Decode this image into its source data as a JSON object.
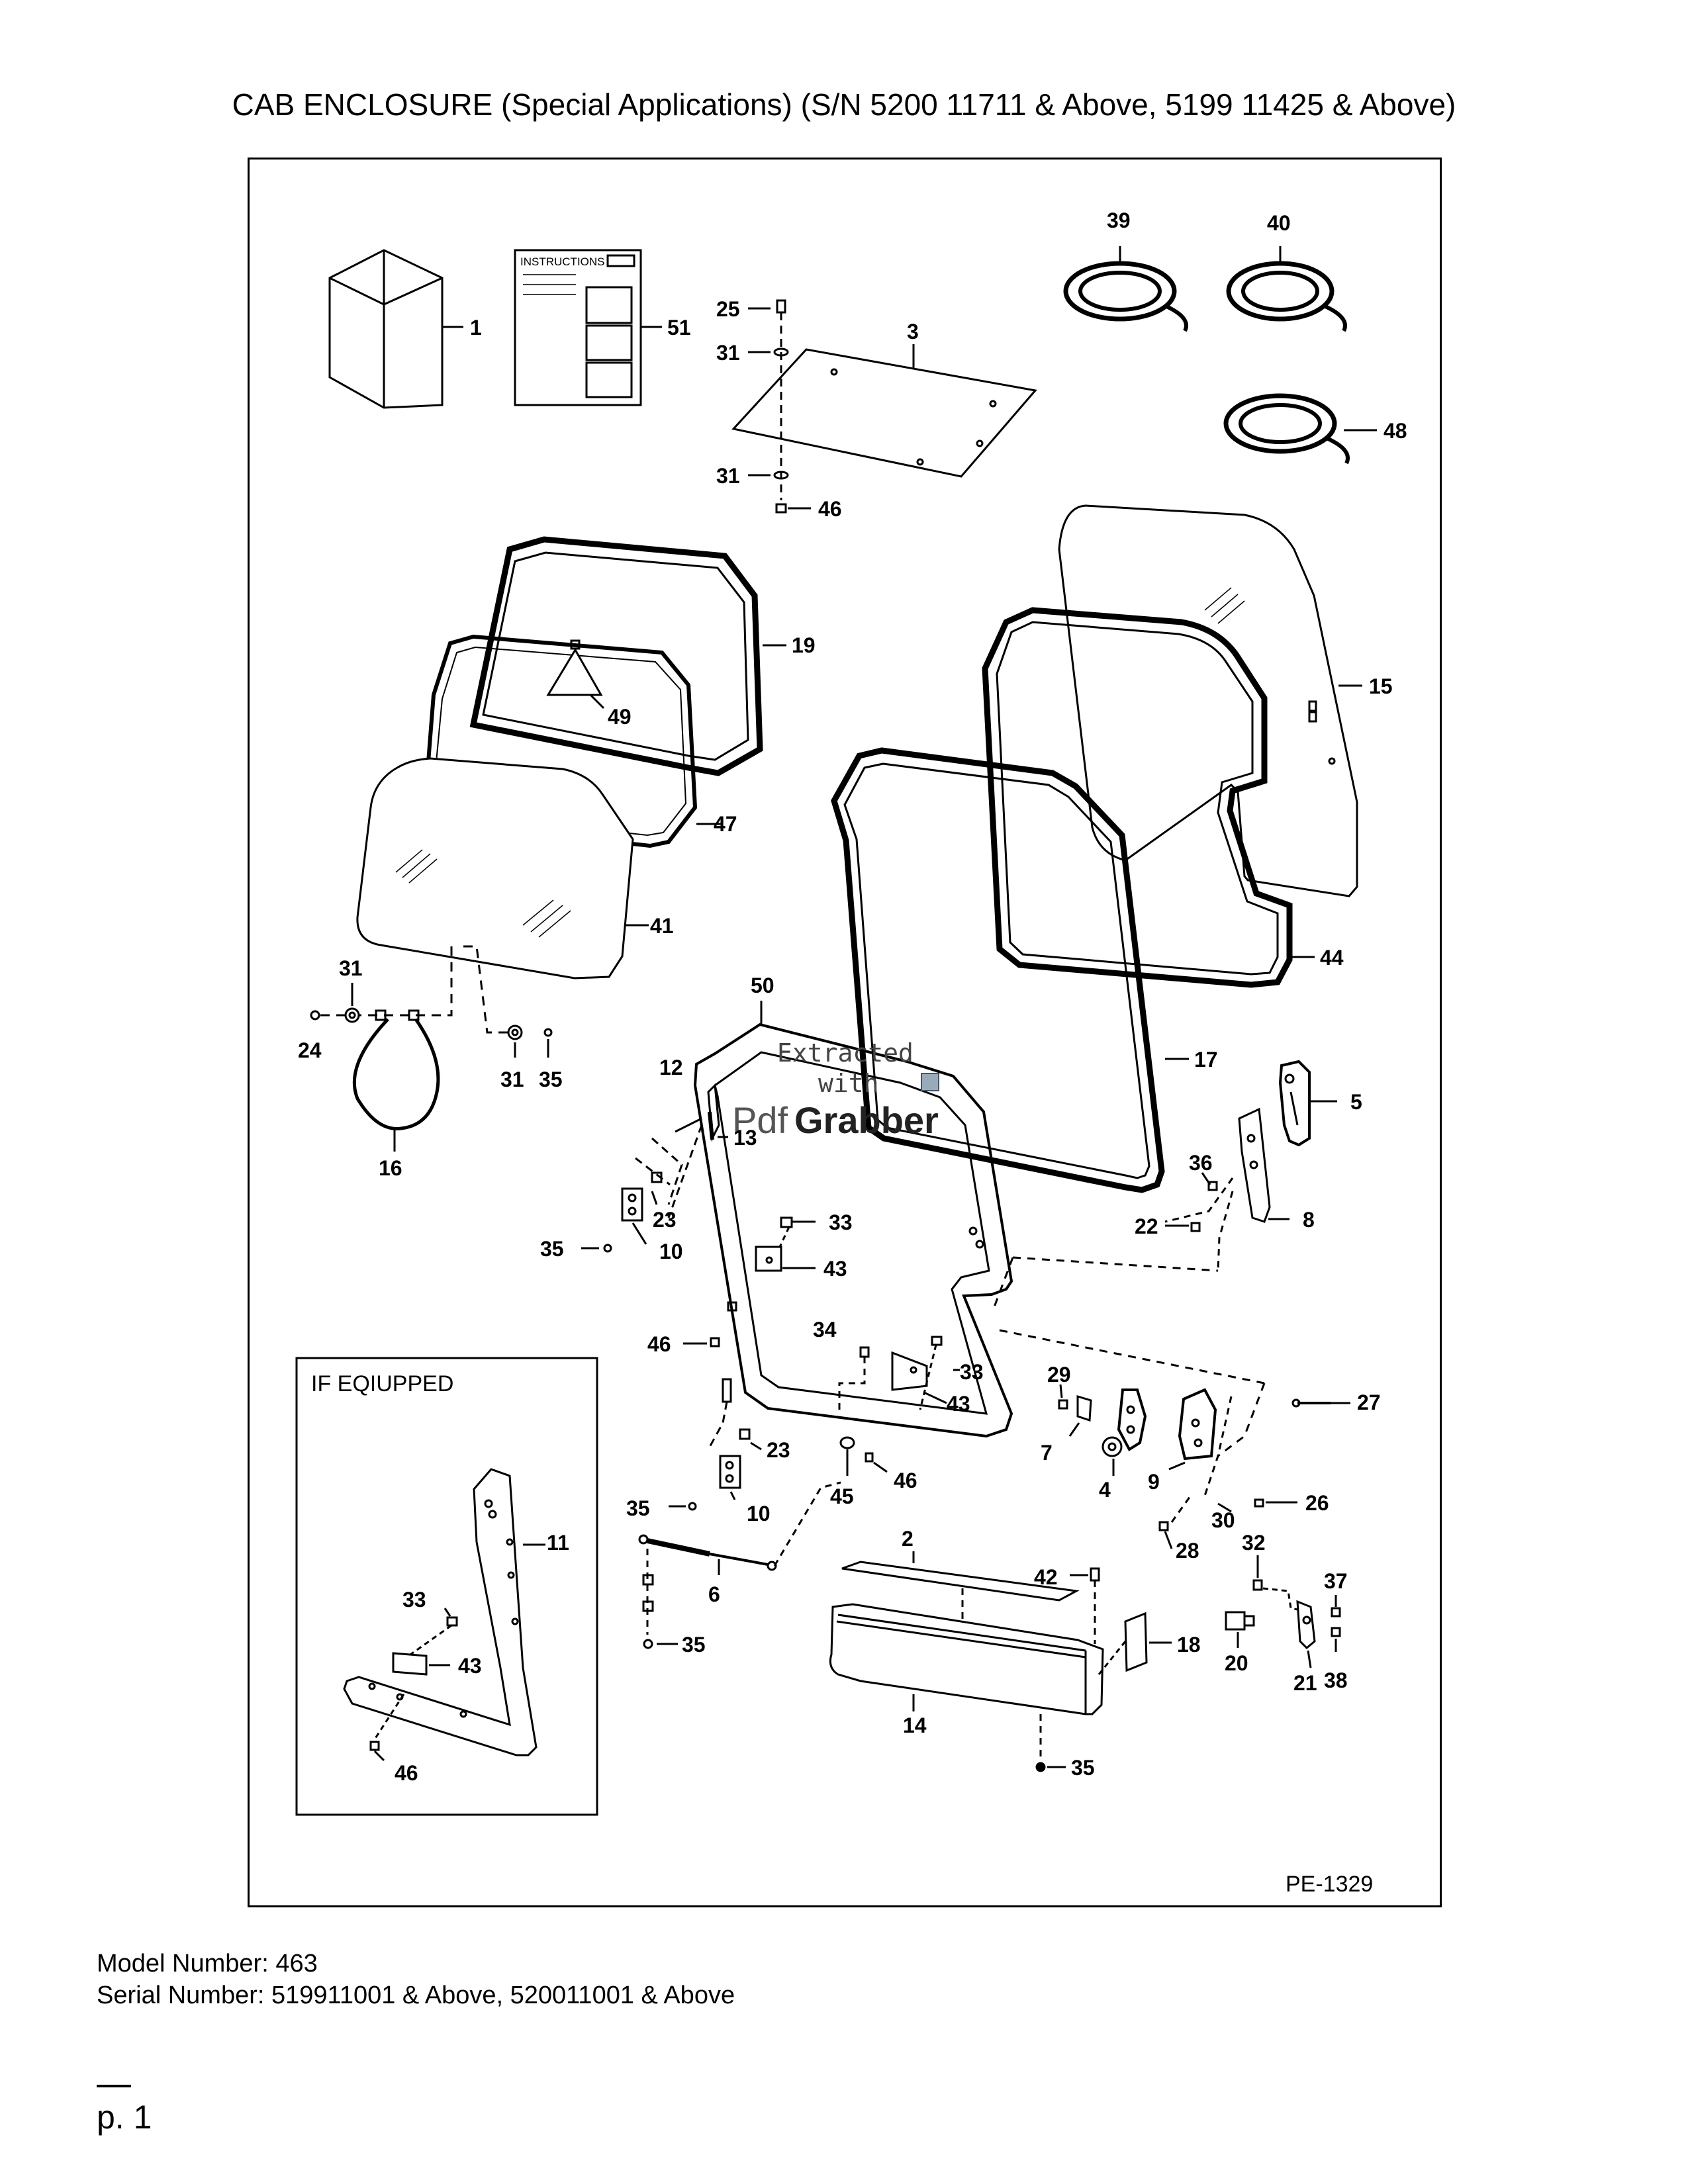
{
  "title": "CAB ENCLOSURE (Special Applications) (S/N 5200 11711 & Above, 5199 11425 & Above)",
  "instructions_label": "INSTRUCTIONS",
  "inset_label": "IF EQIUPPED",
  "figure_id": "PE-1329",
  "watermark": {
    "line1": "Extracted",
    "line2": "with",
    "brand_a": "Pdf",
    "brand_b": "Grabber"
  },
  "callouts": {
    "c1": "1",
    "c2": "2",
    "c3": "3",
    "c4": "4",
    "c5": "5",
    "c6": "6",
    "c7": "7",
    "c8": "8",
    "c9": "9",
    "c10a": "10",
    "c10b": "10",
    "c11": "11",
    "c12": "12",
    "c13": "13",
    "c14": "14",
    "c15": "15",
    "c16": "16",
    "c17": "17",
    "c18": "18",
    "c19": "19",
    "c20": "20",
    "c21": "21",
    "c22": "22",
    "c23a": "23",
    "c23b": "23",
    "c24": "24",
    "c25": "25",
    "c26": "26",
    "c27": "27",
    "c28": "28",
    "c29": "29",
    "c30": "30",
    "c31a": "31",
    "c31b": "31",
    "c31c": "31",
    "c31d": "31",
    "c32": "32",
    "c33a": "33",
    "c33b": "33",
    "c33c": "33",
    "c34": "34",
    "c35a": "35",
    "c35b": "35",
    "c35c": "35",
    "c35d": "35",
    "c35e": "35",
    "c36": "36",
    "c37": "37",
    "c38": "38",
    "c39": "39",
    "c40": "40",
    "c41": "41",
    "c42": "42",
    "c43a": "43",
    "c43b": "43",
    "c43c": "43",
    "c44": "44",
    "c45": "45",
    "c46a": "46",
    "c46b": "46",
    "c46c": "46",
    "c46d": "46",
    "c47": "47",
    "c48": "48",
    "c49": "49",
    "c50": "50",
    "c51": "51"
  },
  "footer": {
    "model": "Model Number: 463",
    "serial": "Serial Number: 519911001 & Above, 520011001 & Above",
    "page": "p. 1"
  }
}
